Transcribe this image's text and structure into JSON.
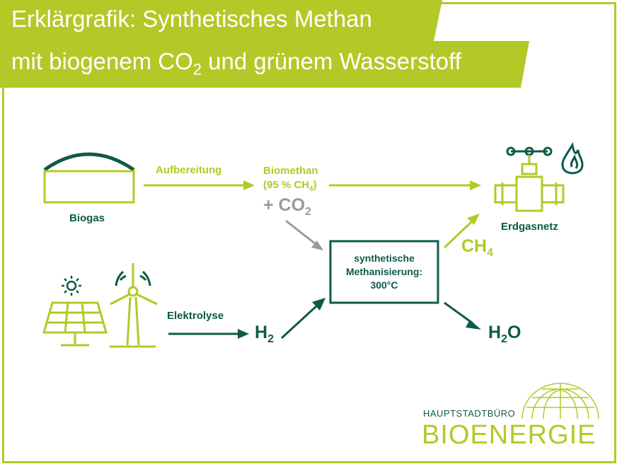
{
  "colors": {
    "lime": "#b3c927",
    "dark_green": "#0e5a4a",
    "gray": "#9a9a9a",
    "white": "#ffffff"
  },
  "header": {
    "title_line1": "Erklärgrafik: Synthetisches Methan",
    "title_line2_pre": "mit biogenem CO",
    "title_line2_sub": "2",
    "title_line2_post": " und grünem Wasserstoff"
  },
  "nodes": {
    "biogas": "Biogas",
    "aufbereitung": "Aufbereitung",
    "biomethan_line1": "Biomethan",
    "biomethan_line2_pre": "(95 % CH",
    "biomethan_line2_sub": "4",
    "biomethan_line2_post": ")",
    "co2_pre": "+ CO",
    "co2_sub": "2",
    "erdgasnetz": "Erdgasnetz",
    "methanisierung_line1": "synthetische",
    "methanisierung_line2": "Methanisierung:",
    "methanisierung_line3": "300°C",
    "ch4_pre": "CH",
    "ch4_sub": "4",
    "elektrolyse": "Elektrolyse",
    "h2_pre": "H",
    "h2_sub": "2",
    "h2o_pre": "H",
    "h2o_sub": "2",
    "h2o_post": "O"
  },
  "icons": {
    "biogas_plant": "biogas-plant-icon",
    "pipe_valve": "gas-pipe-valve-icon",
    "flame": "flame-icon",
    "sun": "sun-icon",
    "solar_panel": "solar-panel-icon",
    "wind_turbine": "wind-turbine-icon"
  },
  "logo": {
    "line1": "HAUPTSTADTBÜRO",
    "line2": "BIOENERGIE"
  }
}
